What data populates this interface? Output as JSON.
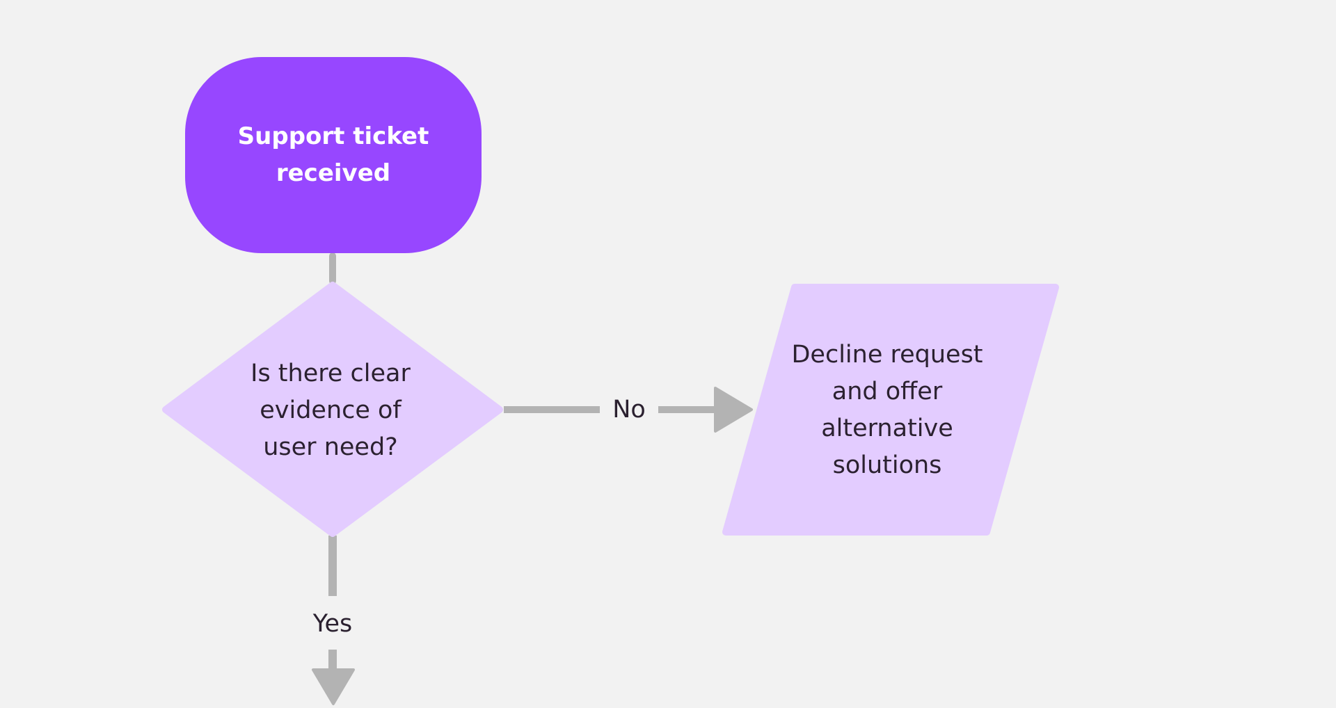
{
  "diagram": {
    "type": "flowchart",
    "colors": {
      "background": "#f2f2f2",
      "start_fill": "#9747ff",
      "decision_fill": "#e3ccff",
      "process_fill": "#e3ccff",
      "connector": "#b3b3b3",
      "text_dark": "#2b2130",
      "text_light": "#ffffff"
    },
    "nodes": {
      "start": {
        "shape": "terminator",
        "label": "Support ticket\nreceived"
      },
      "decision": {
        "shape": "diamond",
        "label": "Is there clear\nevidence of\nuser need?"
      },
      "decline": {
        "shape": "parallelogram",
        "label": "Decline request\nand offer\nalternative\nsolutions"
      }
    },
    "edges": [
      {
        "from": "start",
        "to": "decision",
        "label": ""
      },
      {
        "from": "decision",
        "to": "decline",
        "label": "No"
      },
      {
        "from": "decision",
        "to": "offscreen-below",
        "label": "Yes"
      }
    ]
  }
}
